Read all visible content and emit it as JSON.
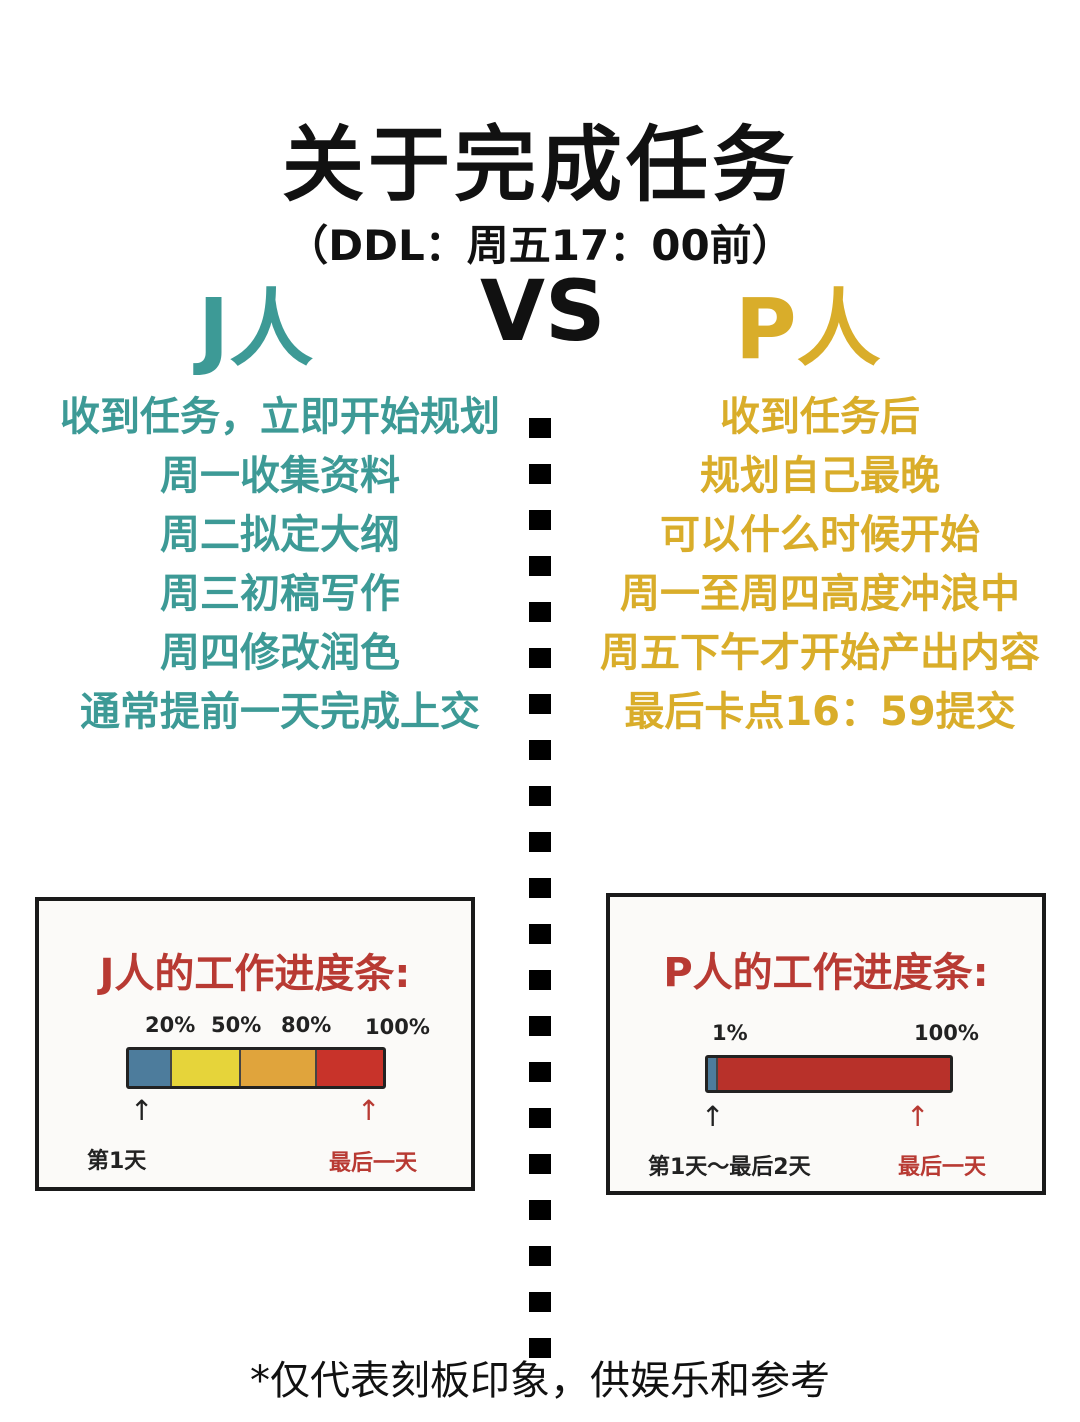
{
  "title": "关于完成任务",
  "subtitle": "（DDL：周五17：00前）",
  "j_label": "J人",
  "vs_label": "VS",
  "p_label": "P人",
  "colors": {
    "j": "#3d9a96",
    "p": "#d9ad2a",
    "accent_red": "#b83a33"
  },
  "j_steps": [
    "收到任务，立即开始规划",
    "周一收集资料",
    "周二拟定大纲",
    "周三初稿写作",
    "周四修改润色",
    "通常提前一天完成上交"
  ],
  "p_steps": [
    "收到任务后",
    "规划自己最晚",
    "可以什么时候开始",
    "周一至周四高度冲浪中",
    "周五下午才开始产出内容",
    "最后卡点16：59提交"
  ],
  "j_card": {
    "title": "J人的工作进度条:",
    "percent_labels": [
      "20%",
      "50%",
      "80%",
      "100%"
    ],
    "segments": [
      {
        "share": 0.17,
        "color": "#4d7c9c"
      },
      {
        "share": 0.27,
        "color": "#e6d43a"
      },
      {
        "share": 0.3,
        "color": "#e0a43c"
      },
      {
        "share": 0.26,
        "color": "#c8332a"
      }
    ],
    "start_label": "第1天",
    "end_label": "最后一天"
  },
  "p_card": {
    "title": "P人的工作进度条:",
    "percent_labels": [
      "1%",
      "100%"
    ],
    "segments": [
      {
        "share": 0.04,
        "color": "#4d7c9c"
      },
      {
        "share": 0.96,
        "color": "#b8312a"
      }
    ],
    "start_label": "第1天～最后2天",
    "end_label": "最后一天"
  },
  "footer": "*仅代表刻板印象，供娱乐和参考"
}
